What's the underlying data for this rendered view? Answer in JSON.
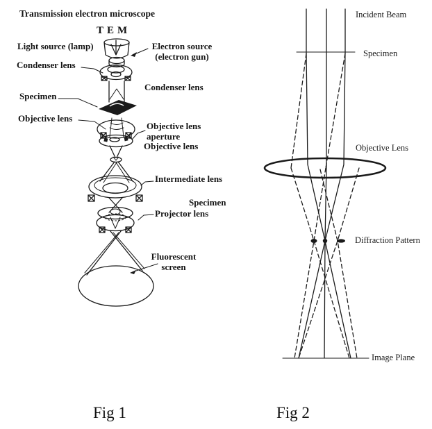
{
  "fig1": {
    "title": "Transmission electron microscope",
    "heading": "TEM",
    "caption": "Fig 1",
    "labels": {
      "light_source": "Light source (lamp)",
      "electron_source_line1": "Electron source",
      "electron_source_line2": "(electron gun)",
      "condenser_left": "Condenser lens",
      "condenser_right": "Condenser lens",
      "specimen_left": "Specimen",
      "objective_left": "Objective lens",
      "objective_aperture_line1": "Objective lens",
      "objective_aperture_line2": "aperture",
      "objective_right": "Objective lens",
      "intermediate": "Intermediate lens",
      "specimen_right": "Specimen",
      "projector": "Projector lens",
      "fluorescent_line1": "Fluorescent",
      "fluorescent_line2": "screen"
    }
  },
  "fig2": {
    "caption": "Fig 2",
    "labels": {
      "incident_beam": "Incident Beam",
      "specimen": "Specimen",
      "objective_lens": "Objective Lens",
      "diffraction_pattern": "Diffraction Pattern",
      "image_plane": "Image Plane"
    }
  },
  "colors": {
    "ink": "#1a1a1a",
    "background": "#ffffff"
  }
}
